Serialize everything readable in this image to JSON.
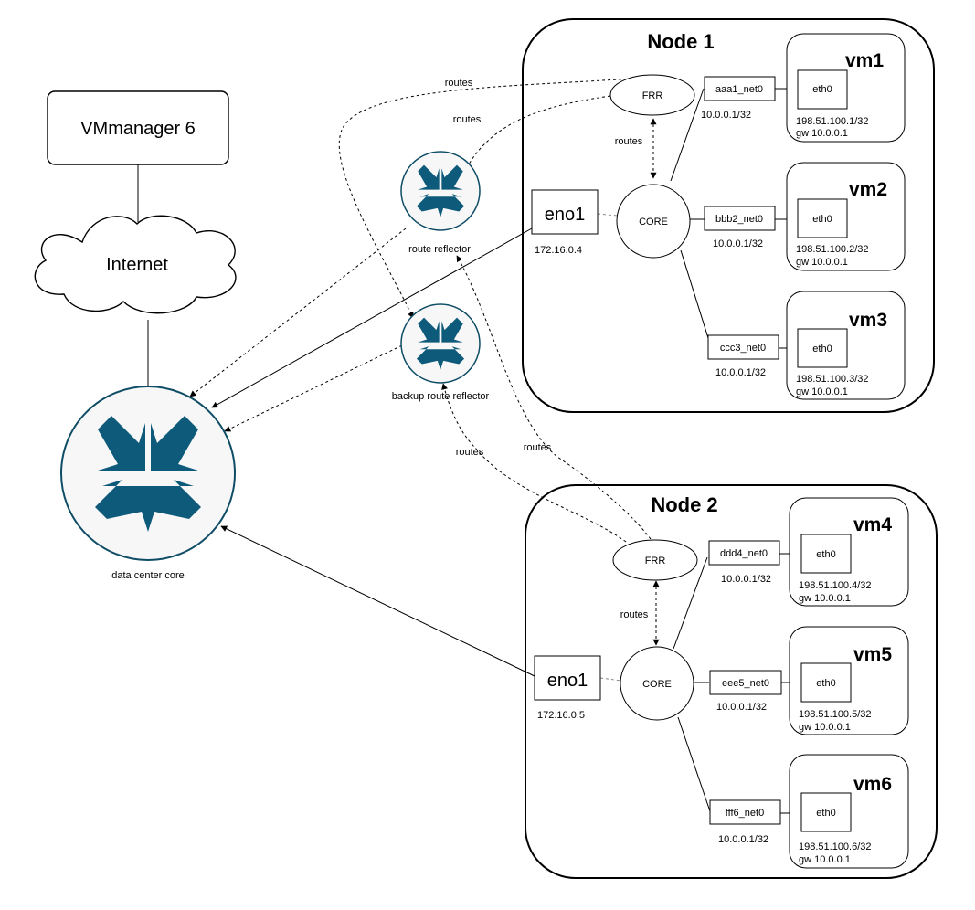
{
  "vmmanager": {
    "label": "VMmanager 6"
  },
  "internet": {
    "label": "Internet"
  },
  "datacenter": {
    "label": "data center core"
  },
  "route_reflector": {
    "label": "route reflector"
  },
  "backup_reflector": {
    "label": "backup route reflector"
  },
  "edge_labels": {
    "routes_1": "routes",
    "routes_2": "routes",
    "routes_3": "routes",
    "routes_4": "routes",
    "routes_5": "routes",
    "routes_6": "routes"
  },
  "node1": {
    "title": "Node 1",
    "frr": "FRR",
    "core": "CORE",
    "eno": "eno1",
    "eno_ip": "172.16.0.4",
    "vms": [
      {
        "name": "vm1",
        "net": "aaa1_net0",
        "net_ip": "10.0.0.1/32",
        "eth": "eth0",
        "ip": "198.51.100.1/32",
        "gw": "gw 10.0.0.1"
      },
      {
        "name": "vm2",
        "net": "bbb2_net0",
        "net_ip": "10.0.0.1/32",
        "eth": "eth0",
        "ip": "198.51.100.2/32",
        "gw": "gw 10.0.0.1"
      },
      {
        "name": "vm3",
        "net": "ccc3_net0",
        "net_ip": "10.0.0.1/32",
        "eth": "eth0",
        "ip": "198.51.100.3/32",
        "gw": "gw 10.0.0.1"
      }
    ]
  },
  "node2": {
    "title": "Node 2",
    "frr": "FRR",
    "core": "CORE",
    "eno": "eno1",
    "eno_ip": "172.16.0.5",
    "vms": [
      {
        "name": "vm4",
        "net": "ddd4_net0",
        "net_ip": "10.0.0.1/32",
        "eth": "eth0",
        "ip": "198.51.100.4/32",
        "gw": "gw 10.0.0.1"
      },
      {
        "name": "vm5",
        "net": "eee5_net0",
        "net_ip": "10.0.0.1/32",
        "eth": "eth0",
        "ip": "198.51.100.5/32",
        "gw": "gw 10.0.0.1"
      },
      {
        "name": "vm6",
        "net": "fff6_net0",
        "net_ip": "10.0.0.1/32",
        "eth": "eth0",
        "ip": "198.51.100.6/32",
        "gw": "gw 10.0.0.1"
      }
    ]
  },
  "colors": {
    "router_fill": "#f7f7f7",
    "router_stroke": "#0e4d65",
    "router_arrow": "#0e5a7a"
  }
}
